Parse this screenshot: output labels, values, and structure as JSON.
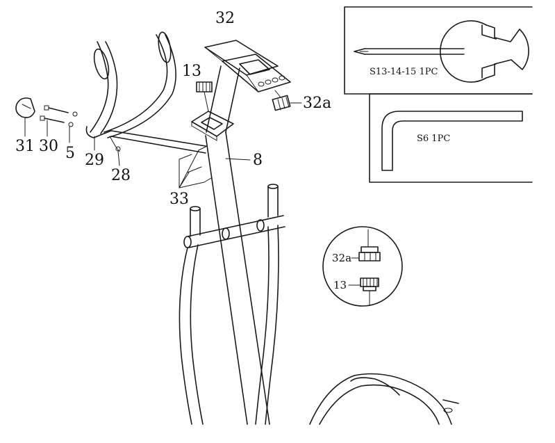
{
  "parts": {
    "display_console": "32",
    "console_cable": "32a",
    "frame_cable": "13",
    "handlebar_cover": "31",
    "bolt": "30",
    "washer": "5",
    "handlebar": "29",
    "pulse_wire": "28",
    "front_post": "8",
    "screws": "33"
  },
  "tools": {
    "wrench": "S13-14-15 1PC",
    "hex_key": "S6  1PC"
  },
  "detail": {
    "top_label": "32a",
    "bottom_label": "13"
  }
}
